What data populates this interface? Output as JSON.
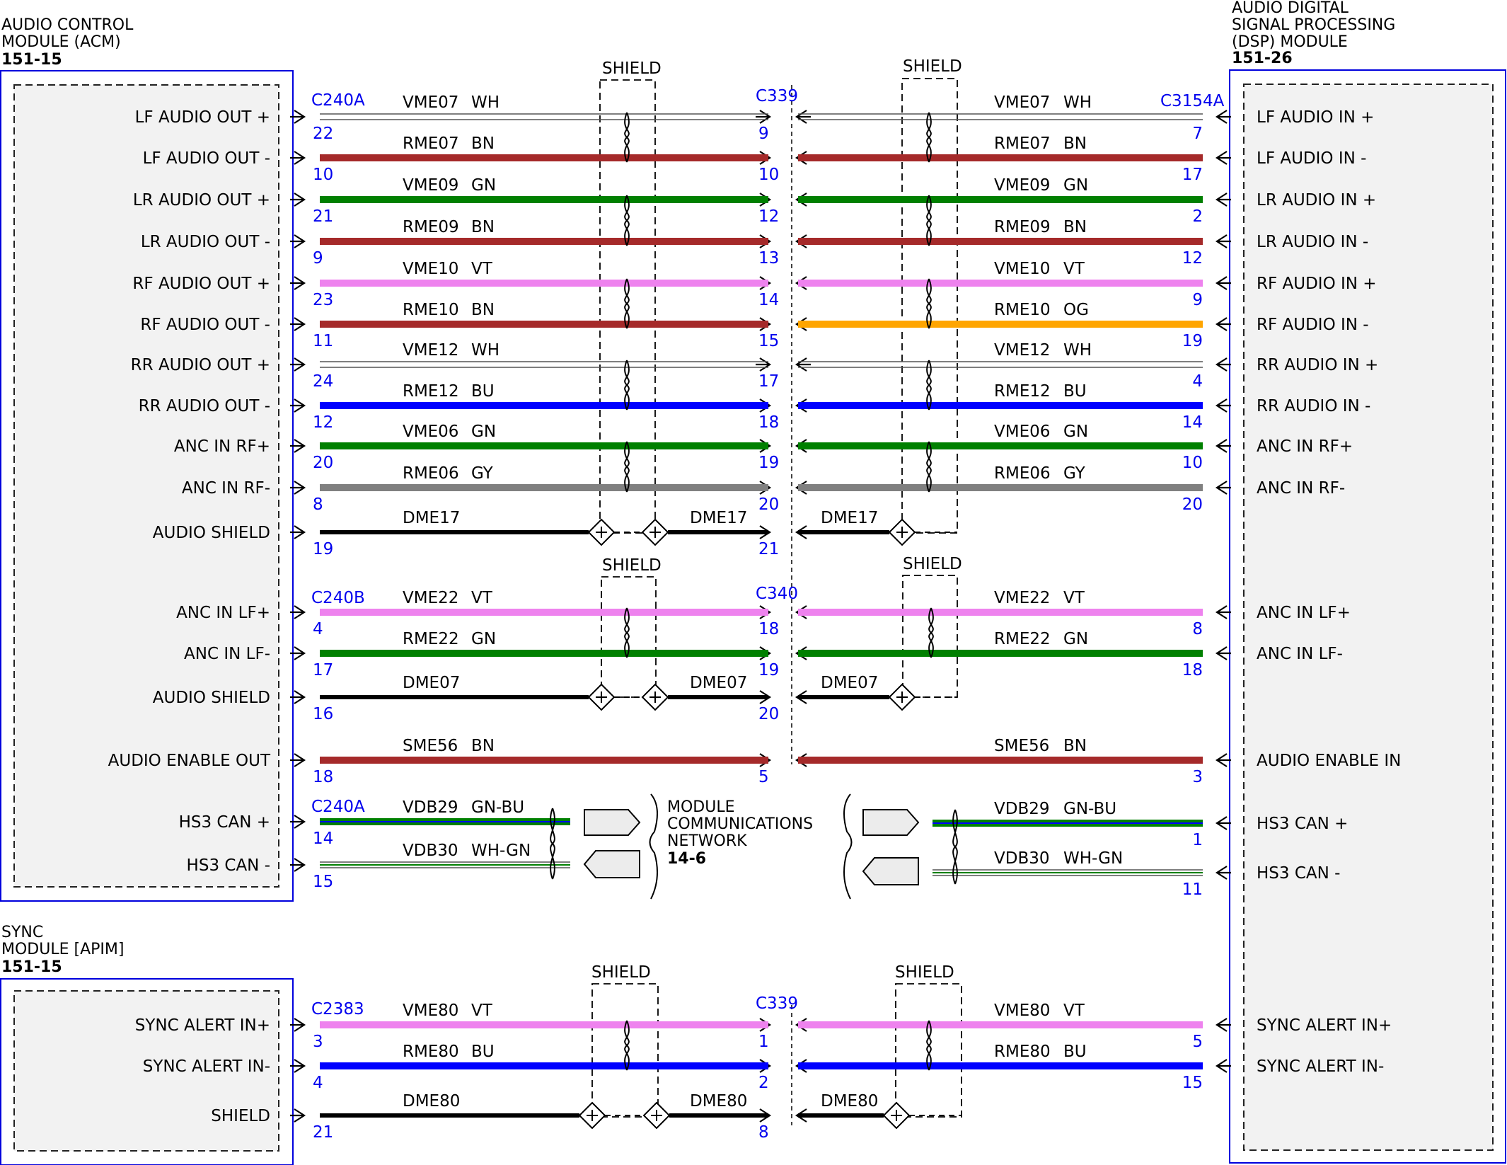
{
  "modules": {
    "acm": {
      "line1": "AUDIO CONTROL",
      "line2": "MODULE (ACM)",
      "ref": "151-15"
    },
    "dsp": {
      "line1": "AUDIO DIGITAL",
      "line2": "SIGNAL PROCESSING",
      "line3": "(DSP) MODULE",
      "ref": "151-26"
    },
    "sync": {
      "line1": "SYNC",
      "line2": "MODULE [APIM]",
      "ref": "151-15"
    }
  },
  "network": {
    "line1": "MODULE",
    "line2": "COMMUNICATIONS",
    "line3": "NETWORK",
    "ref": "14-6"
  },
  "shield_label": "SHIELD",
  "connectors": {
    "c240a": "C240A",
    "c339": "C339",
    "c3154a": "C3154A",
    "c240b": "C240B",
    "c340": "C340",
    "c240a_can": "C240A",
    "c2383": "C2383",
    "c339_sync": "C339"
  },
  "wires": [
    {
      "left_label": "LF AUDIO OUT +",
      "right_label": "LF AUDIO IN +",
      "circuit": "VME07",
      "color_code": "WH",
      "color_code2": "WH",
      "color": "#ffffff",
      "color2": "#ffffff",
      "pin_a": "22",
      "pin_b": "9",
      "pin_c": "7"
    },
    {
      "left_label": "LF AUDIO OUT -",
      "right_label": "LF AUDIO IN -",
      "circuit": "RME07",
      "color_code": "BN",
      "color_code2": "BN",
      "color": "#a52a2a",
      "color2": "#a52a2a",
      "pin_a": "10",
      "pin_b": "10",
      "pin_c": "17"
    },
    {
      "left_label": "LR AUDIO OUT +",
      "right_label": "LR AUDIO IN +",
      "circuit": "VME09",
      "color_code": "GN",
      "color_code2": "GN",
      "color": "#008000",
      "color2": "#008000",
      "pin_a": "21",
      "pin_b": "12",
      "pin_c": "2"
    },
    {
      "left_label": "LR AUDIO OUT -",
      "right_label": "LR AUDIO IN -",
      "circuit": "RME09",
      "color_code": "BN",
      "color_code2": "BN",
      "color": "#a52a2a",
      "color2": "#a52a2a",
      "pin_a": "9",
      "pin_b": "13",
      "pin_c": "12"
    },
    {
      "left_label": "RF AUDIO OUT +",
      "right_label": "RF AUDIO IN +",
      "circuit": "VME10",
      "color_code": "VT",
      "color_code2": "VT",
      "color": "#ee82ee",
      "color2": "#ee82ee",
      "pin_a": "23",
      "pin_b": "14",
      "pin_c": "9"
    },
    {
      "left_label": "RF AUDIO OUT -",
      "right_label": "RF AUDIO IN -",
      "circuit": "RME10",
      "color_code": "BN",
      "color_code2": "OG",
      "color": "#a52a2a",
      "color2": "#ffa500",
      "pin_a": "11",
      "pin_b": "15",
      "pin_c": "19"
    },
    {
      "left_label": "RR AUDIO OUT +",
      "right_label": "RR AUDIO IN +",
      "circuit": "VME12",
      "color_code": "WH",
      "color_code2": "WH",
      "color": "#ffffff",
      "color2": "#ffffff",
      "pin_a": "24",
      "pin_b": "17",
      "pin_c": "4"
    },
    {
      "left_label": "RR AUDIO OUT -",
      "right_label": "RR AUDIO IN -",
      "circuit": "RME12",
      "color_code": "BU",
      "color_code2": "BU",
      "color": "#0000ff",
      "color2": "#0000ff",
      "pin_a": "12",
      "pin_b": "18",
      "pin_c": "14"
    },
    {
      "left_label": "ANC IN RF+",
      "right_label": "ANC IN RF+",
      "circuit": "VME06",
      "color_code": "GN",
      "color_code2": "GN",
      "color": "#008000",
      "color2": "#008000",
      "pin_a": "20",
      "pin_b": "19",
      "pin_c": "10"
    },
    {
      "left_label": "ANC IN RF-",
      "right_label": "ANC IN RF-",
      "circuit": "RME06",
      "color_code": "GY",
      "color_code2": "GY",
      "color": "#808080",
      "color2": "#808080",
      "pin_a": "8",
      "pin_b": "20",
      "pin_c": "20"
    },
    {
      "left_label": "ANC IN LF+",
      "right_label": "ANC IN LF+",
      "circuit": "VME22",
      "color_code": "VT",
      "color_code2": "VT",
      "color": "#ee82ee",
      "color2": "#ee82ee",
      "pin_a": "4",
      "pin_b": "18",
      "pin_c": "8"
    },
    {
      "left_label": "ANC IN LF-",
      "right_label": "ANC IN LF-",
      "circuit": "RME22",
      "color_code": "GN",
      "color_code2": "GN",
      "color": "#008000",
      "color2": "#008000",
      "pin_a": "17",
      "pin_b": "19",
      "pin_c": "18"
    },
    {
      "left_label": "AUDIO ENABLE OUT",
      "right_label": "AUDIO ENABLE IN",
      "circuit": "SME56",
      "color_code": "BN",
      "color_code2": "BN",
      "color": "#a52a2a",
      "color2": "#a52a2a",
      "pin_a": "18",
      "pin_b": "5",
      "pin_c": "3"
    },
    {
      "left_label": "SYNC ALERT IN+",
      "right_label": "SYNC ALERT IN+",
      "circuit": "VME80",
      "color_code": "VT",
      "color_code2": "VT",
      "color": "#ee82ee",
      "color2": "#ee82ee",
      "pin_a": "3",
      "pin_b": "1",
      "pin_c": "5"
    },
    {
      "left_label": "SYNC ALERT IN-",
      "right_label": "SYNC ALERT IN-",
      "circuit": "RME80",
      "color_code": "BU",
      "color_code2": "BU",
      "color": "#0000ff",
      "color2": "#0000ff",
      "pin_a": "4",
      "pin_b": "2",
      "pin_c": "15"
    }
  ],
  "drains": [
    {
      "left_label": "AUDIO SHIELD",
      "circuit": "DME17",
      "pin_a": "19",
      "pin_b": "21"
    },
    {
      "left_label": "AUDIO SHIELD",
      "circuit": "DME07",
      "pin_a": "16",
      "pin_b": "20"
    },
    {
      "left_label": "SHIELD",
      "circuit": "DME80",
      "pin_a": "21",
      "pin_b": "8"
    }
  ],
  "can": [
    {
      "left_label": "HS3 CAN +",
      "right_label": "HS3 CAN +",
      "circuit": "VDB29",
      "color_code": "GN-BU",
      "color": "#008000",
      "stripe": "#0000ff",
      "pin_a": "14",
      "pin_c": "1"
    },
    {
      "left_label": "HS3 CAN -",
      "right_label": "HS3 CAN -",
      "circuit": "VDB30",
      "color_code": "WH-GN",
      "color": "#ffffff",
      "stripe": "#008000",
      "pin_a": "15",
      "pin_c": "11"
    }
  ]
}
